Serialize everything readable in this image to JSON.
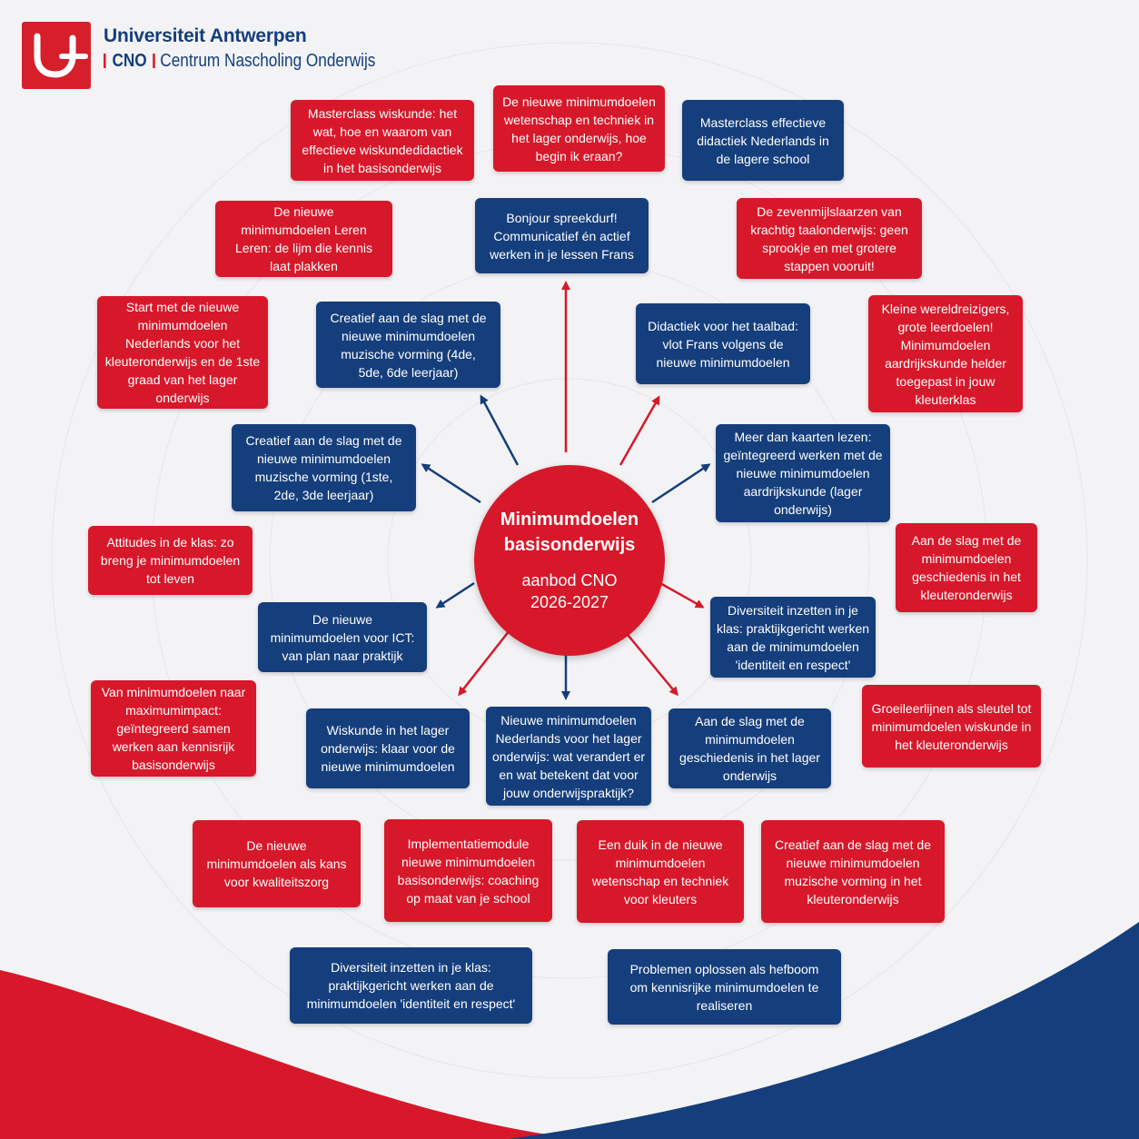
{
  "header": {
    "university": "Universiteit Antwerpen",
    "abbreviation": "CNO",
    "department": "Centrum Nascholing Onderwijs"
  },
  "center": {
    "title": "Minimumdoelen\nbasisonderwijs",
    "subtitle": "aanbod CNO\n2026-2027"
  },
  "colors": {
    "red": "#d7182a",
    "blue": "#153e7c",
    "background": "#f3f3f5"
  },
  "items": [
    {
      "id": "masterclass-wiskunde",
      "text": "Masterclass wiskunde: het wat, hoe en waarom van effectieve wiskundedidactiek in het basisonderwijs",
      "color": "red"
    },
    {
      "id": "wetenschap-techniek-lager",
      "text": "De nieuwe minimumdoelen wetenschap en techniek in het lager onderwijs, hoe begin ik eraan?",
      "color": "red"
    },
    {
      "id": "masterclass-nederlands",
      "text": "Masterclass effectieve didactiek Nederlands in de lagere school",
      "color": "blue"
    },
    {
      "id": "leren-leren",
      "text": "De nieuwe minimumdoelen Leren Leren: de lijm die kennis laat plakken",
      "color": "red"
    },
    {
      "id": "bonjour-spreekdurf",
      "text": "Bonjour spreekdurf! Communicatief én actief werken in je lessen Frans",
      "color": "blue"
    },
    {
      "id": "zevenmijlslaarzen",
      "text": "De zevenmijlslaarzen van krachtig taalonderwijs: geen sprookje en met grotere stappen vooruit!",
      "color": "red"
    },
    {
      "id": "start-nederlands-kleuter",
      "text": "Start met de nieuwe minimumdoelen Nederlands voor het kleuteronderwijs en de 1ste graad van het lager onderwijs",
      "color": "red"
    },
    {
      "id": "muzische-456",
      "text": "Creatief aan de slag met de nieuwe minimumdoelen muzische vorming (4de, 5de, 6de leerjaar)",
      "color": "blue"
    },
    {
      "id": "taalbad-frans",
      "text": "Didactiek voor het taalbad: vlot Frans volgens de nieuwe minimumdoelen",
      "color": "blue"
    },
    {
      "id": "wereldreizigers",
      "text": "Kleine wereldreizigers, grote leerdoelen! Minimumdoelen aardrijkskunde helder toegepast in jouw kleuterklas",
      "color": "red"
    },
    {
      "id": "muzische-123",
      "text": "Creatief aan de slag met de nieuwe minimumdoelen muzische vorming (1ste, 2de, 3de leerjaar)",
      "color": "blue"
    },
    {
      "id": "kaarten-lezen",
      "text": "Meer dan kaarten lezen: geïntegreerd werken met de nieuwe minimumdoelen aardrijkskunde (lager onderwijs)",
      "color": "blue"
    },
    {
      "id": "attitudes",
      "text": "Attitudes in de klas: zo breng je minimumdoelen tot leven",
      "color": "red"
    },
    {
      "id": "geschiedenis-kleuter",
      "text": "Aan de slag met de minimumdoelen geschiedenis in het kleuteronderwijs",
      "color": "red"
    },
    {
      "id": "ict",
      "text": "De nieuwe minimumdoelen voor ICT: van plan naar praktijk",
      "color": "blue"
    },
    {
      "id": "diversiteit-1",
      "text": "Diversiteit inzetten in je klas: praktijkgericht werken aan de minimumdoelen 'identiteit en respect'",
      "color": "blue"
    },
    {
      "id": "maximumimpact",
      "text": "Van minimumdoelen naar maximumimpact: geïntegreerd samen werken aan kennisrijk basisonderwijs",
      "color": "red"
    },
    {
      "id": "groeileerlijnen",
      "text": "Groeileerlijnen als sleutel tot minimumdoelen wiskunde in het kleuteronderwijs",
      "color": "red"
    },
    {
      "id": "wiskunde-lager",
      "text": "Wiskunde in het lager onderwijs: klaar voor de nieuwe minimumdoelen",
      "color": "blue"
    },
    {
      "id": "nederlands-lager",
      "text": "Nieuwe minimumdoelen Nederlands voor het lager onderwijs: wat verandert er en wat betekent dat voor jouw onderwijspraktijk?",
      "color": "blue"
    },
    {
      "id": "geschiedenis-lager",
      "text": "Aan de slag met de minimumdoelen geschiedenis in het lager onderwijs",
      "color": "blue"
    },
    {
      "id": "kwaliteitszorg",
      "text": "De nieuwe minimumdoelen als kans voor kwaliteitszorg",
      "color": "red"
    },
    {
      "id": "implementatiemodule",
      "text": "Implementatiemodule nieuwe minimumdoelen basisonderwijs: coaching op maat van je school",
      "color": "red"
    },
    {
      "id": "wetenschap-kleuters",
      "text": "Een duik in de nieuwe minimumdoelen wetenschap en techniek voor kleuters",
      "color": "red"
    },
    {
      "id": "muzische-kleuter",
      "text": "Creatief aan de slag met de nieuwe minimumdoelen muzische vorming in het kleuteronderwijs",
      "color": "red"
    },
    {
      "id": "diversiteit-2",
      "text": "Diversiteit inzetten in je klas: praktijkgericht werken aan de minimumdoelen 'identiteit en respect'",
      "color": "blue"
    },
    {
      "id": "problemen-oplossen",
      "text": "Problemen oplossen als hefboom om kennisrijke minimumdoelen te realiseren",
      "color": "blue"
    }
  ]
}
